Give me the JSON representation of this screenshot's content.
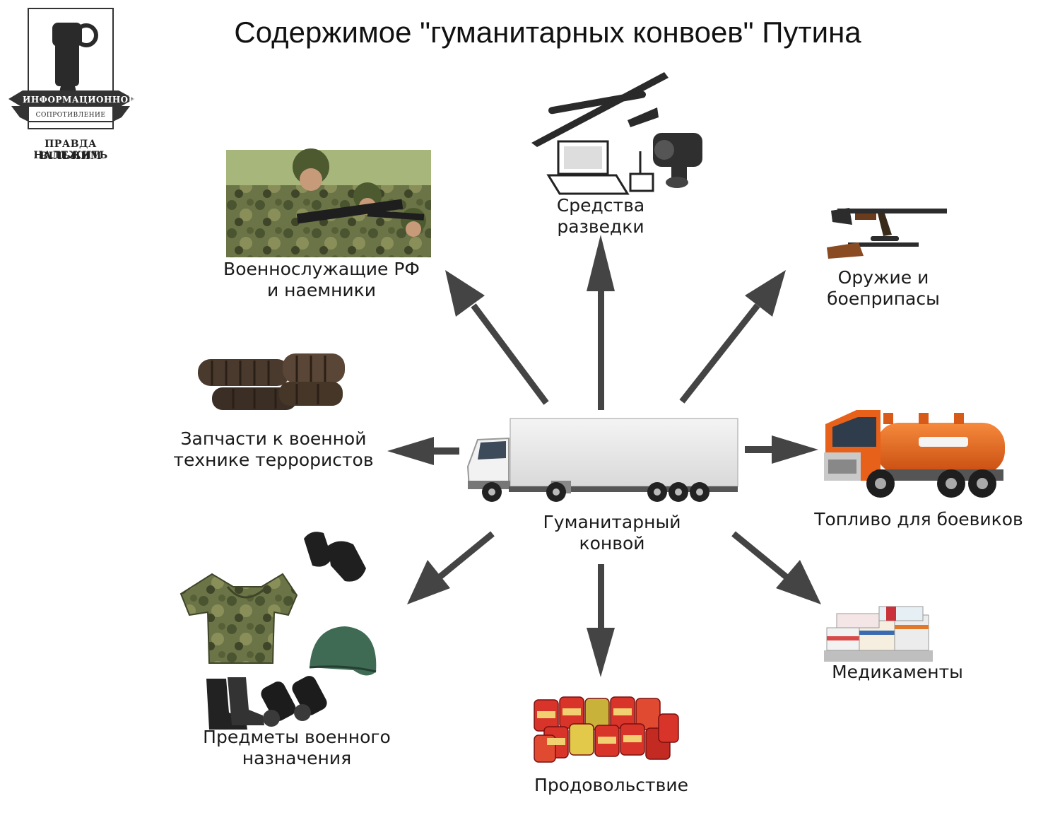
{
  "title": "Содержимое \"гуманитарных конвоев\" Путина",
  "logo": {
    "ribbon_top": "ИНФОРМАЦИОННОЕ",
    "ribbon_bottom": "СОПРОТИВЛЕНИЕ",
    "motto_line1": "ПРАВДА НАЛЕЖИТЬ",
    "motto_line2": "ВІЛЬНИМ"
  },
  "center": {
    "line1": "Гуманитарный",
    "line2": "конвой"
  },
  "nodes": {
    "soldiers": {
      "line1": "Военнослужащие РФ",
      "line2": "и наемники"
    },
    "recon": {
      "line1": "Средства",
      "line2": "разведки"
    },
    "weapons": {
      "line1": "Оружие и",
      "line2": "боеприпасы"
    },
    "parts": {
      "line1": "Запчасти к военной",
      "line2": "технике террористов"
    },
    "fuel": {
      "line1": "Топливо для боевиков"
    },
    "gear": {
      "line1": "Предметы военного",
      "line2": "назначения"
    },
    "food": {
      "line1": "Продовольствие"
    },
    "meds": {
      "line1": "Медикаменты"
    }
  },
  "colors": {
    "arrow": "#444444",
    "tanker": "#e8611a",
    "camo": "#5e6b3c",
    "text": "#1a1a1a"
  }
}
